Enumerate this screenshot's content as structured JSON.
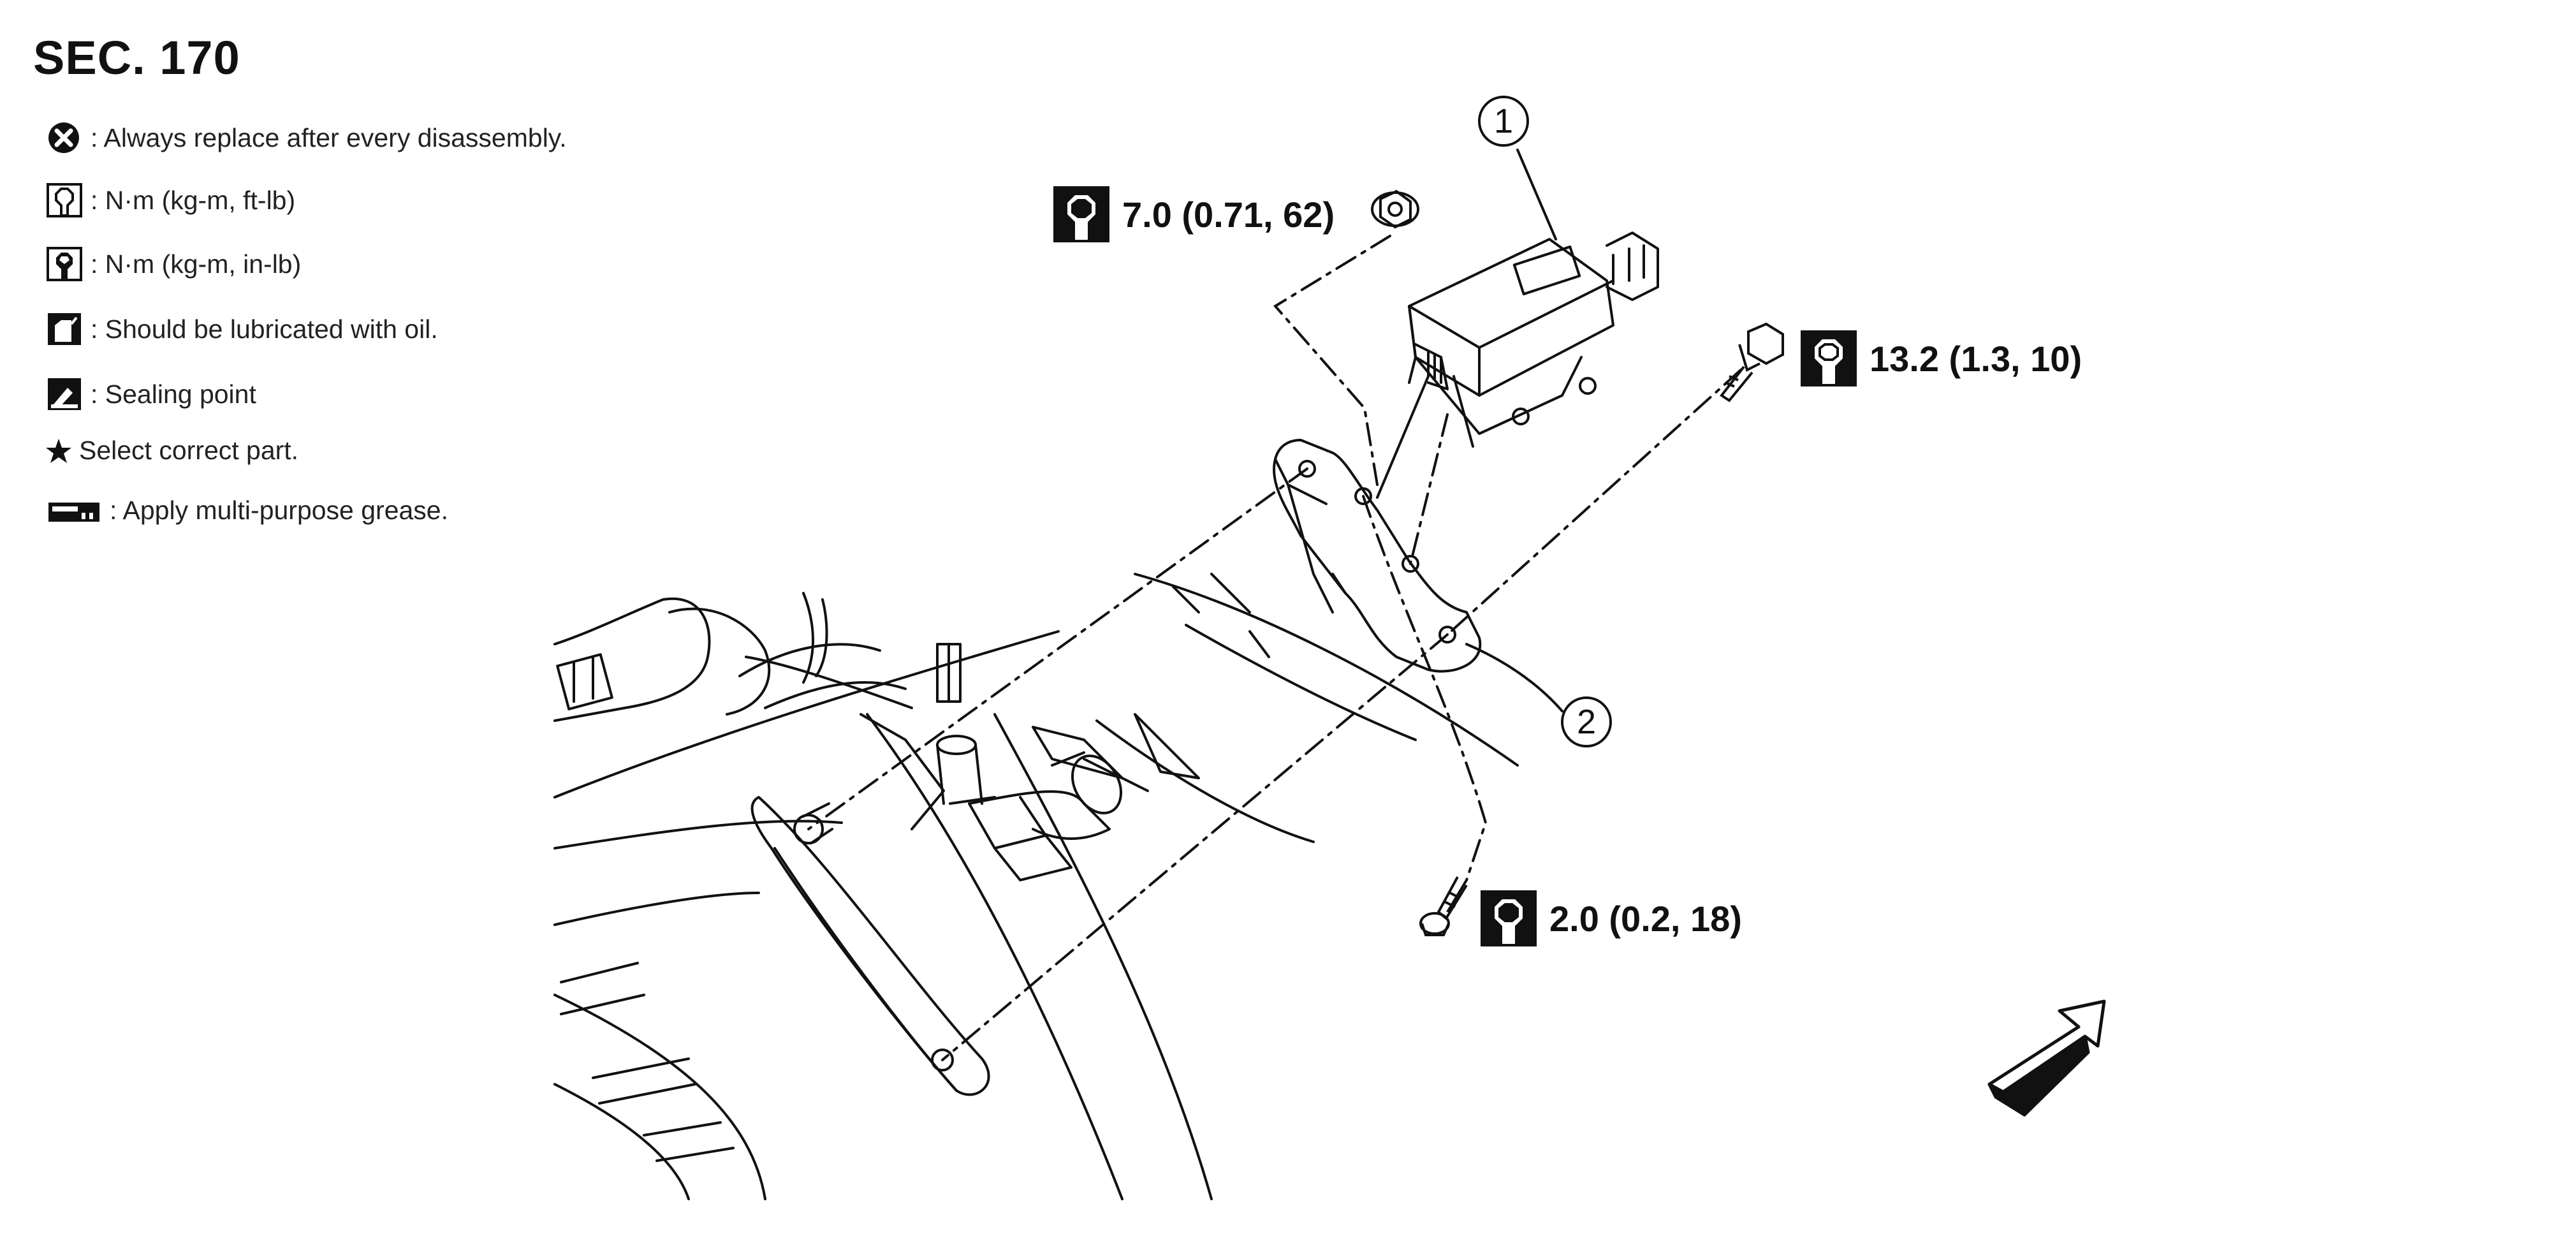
{
  "section_title": "SEC. 170",
  "legend": [
    {
      "icon": "x-circle-icon",
      "text": ": Always replace after every disassembly."
    },
    {
      "icon": "torque-ft-lb-icon",
      "text": ": N·m (kg-m, ft-lb)"
    },
    {
      "icon": "torque-in-lb-icon",
      "text": ": N·m (kg-m, in-lb)"
    },
    {
      "icon": "oil-can-icon",
      "text": ": Should be lubricated with oil."
    },
    {
      "icon": "sealing-point-icon",
      "text": ": Sealing point"
    },
    {
      "icon": "star-icon",
      "text": "Select correct part."
    },
    {
      "icon": "grease-icon",
      "text": ": Apply multi-purpose grease."
    }
  ],
  "torques": {
    "nut_top": "7.0 (0.71, 62)",
    "bolt_right": "13.2 (1.3, 10)",
    "screw_bottom": "2.0 (0.2, 18)"
  },
  "callouts": {
    "part_1": "1",
    "part_2": "2"
  },
  "colors": {
    "line": "#111111",
    "background": "#ffffff"
  }
}
